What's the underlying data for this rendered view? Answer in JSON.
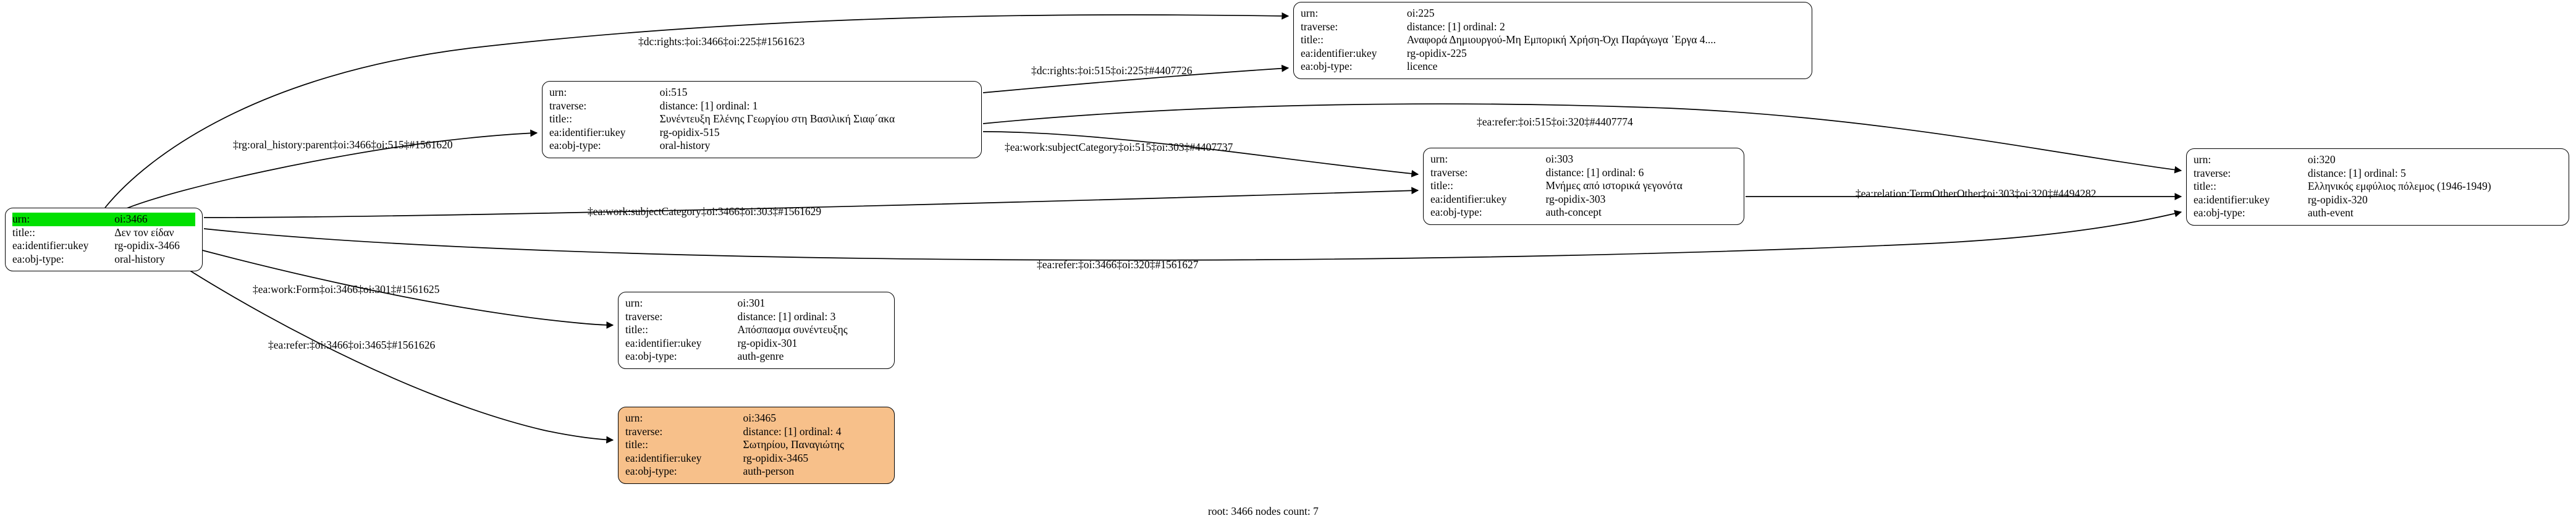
{
  "graph": {
    "footer": "root: 3466 nodes count: 7",
    "root_highlight_color": "#00e000",
    "person_node_color": "#f7c08a",
    "node_border_color": "#000000",
    "background_color": "#ffffff",
    "edge_color": "#000000"
  },
  "field_labels": {
    "urn": "urn:",
    "traverse": "traverse:",
    "title": "title::",
    "ukey": "ea:identifier:ukey",
    "objtype": "ea:obj-type:"
  },
  "nodes": [
    {
      "id": "root-3466",
      "urn": "oi:3466",
      "traverse": "",
      "title": "Δεν τον είδαν",
      "ukey": "rg-opidix-3466",
      "objtype": "oral-history",
      "highlighted": true
    },
    {
      "id": "node-515",
      "urn": "oi:515",
      "traverse": "distance: [1]     ordinal: 1",
      "title": "Συνέντευξη Ελένης Γεωργίου στη Βασιλική Σιαφ´ακα",
      "ukey": "rg-opidix-515",
      "objtype": "oral-history",
      "highlighted": false
    },
    {
      "id": "node-225",
      "urn": "oi:225",
      "traverse": "distance: [1]     ordinal: 2",
      "title": "Αναφορά Δημιουργού-Μη Εμπορική Χρήση-Όχι Παράγωγα ᾿Εργα 4....",
      "ukey": "rg-opidix-225",
      "objtype": "licence",
      "highlighted": false
    },
    {
      "id": "node-303",
      "urn": "oi:303",
      "traverse": "distance: [1]     ordinal: 6",
      "title": "Μνήμες από ιστορικά γεγονότα",
      "ukey": "rg-opidix-303",
      "objtype": "auth-concept",
      "highlighted": false
    },
    {
      "id": "node-320",
      "urn": "oi:320",
      "traverse": "distance: [1]     ordinal: 5",
      "title": "Ελληνικός εμφύλιος πόλεμος (1946-1949)",
      "ukey": "rg-opidix-320",
      "objtype": "auth-event",
      "highlighted": false
    },
    {
      "id": "node-301",
      "urn": "oi:301",
      "traverse": "distance: [1]     ordinal: 3",
      "title": "Απόσπασμα συνέντευξης",
      "ukey": "rg-opidix-301",
      "objtype": "auth-genre",
      "highlighted": false
    },
    {
      "id": "node-3465",
      "urn": "oi:3465",
      "traverse": "distance: [1]     ordinal: 4",
      "title": "Σωτηρίου, Παναγιώτης",
      "ukey": "rg-opidix-3465",
      "objtype": "auth-person",
      "highlighted": false
    }
  ],
  "edges": [
    {
      "id": "e1",
      "label": "‡dc:rights:‡oi:3466‡oi:225‡#1561623",
      "from": "oi:3466",
      "to": "oi:225"
    },
    {
      "id": "e2",
      "label": "‡dc:rights:‡oi:515‡oi:225‡#4407726",
      "from": "oi:515",
      "to": "oi:225"
    },
    {
      "id": "e3",
      "label": "‡rg:oral_history:parent‡oi:3466‡oi:515‡#1561620",
      "from": "oi:3466",
      "to": "oi:515"
    },
    {
      "id": "e4",
      "label": "‡ea:work:subjectCategory‡oi:515‡oi:303‡#4407737",
      "from": "oi:515",
      "to": "oi:303"
    },
    {
      "id": "e5",
      "label": "‡ea:refer:‡oi:515‡oi:320‡#4407774",
      "from": "oi:515",
      "to": "oi:320"
    },
    {
      "id": "e6",
      "label": "‡ea:work:subjectCategory‡oi:3466‡oi:303‡#1561629",
      "from": "oi:3466",
      "to": "oi:303"
    },
    {
      "id": "e7",
      "label": "‡ea:relation:TermOtherOther‡oi:303‡oi:320‡#4494282",
      "from": "oi:303",
      "to": "oi:320"
    },
    {
      "id": "e8",
      "label": "‡ea:refer:‡oi:3466‡oi:320‡#1561627",
      "from": "oi:3466",
      "to": "oi:320"
    },
    {
      "id": "e9",
      "label": "‡ea:work:Form‡oi:3466‡oi:301‡#1561625",
      "from": "oi:3466",
      "to": "oi:301"
    },
    {
      "id": "e10",
      "label": "‡ea:refer:‡oi:3466‡oi:3465‡#1561626",
      "from": "oi:3466",
      "to": "oi:3465"
    }
  ]
}
